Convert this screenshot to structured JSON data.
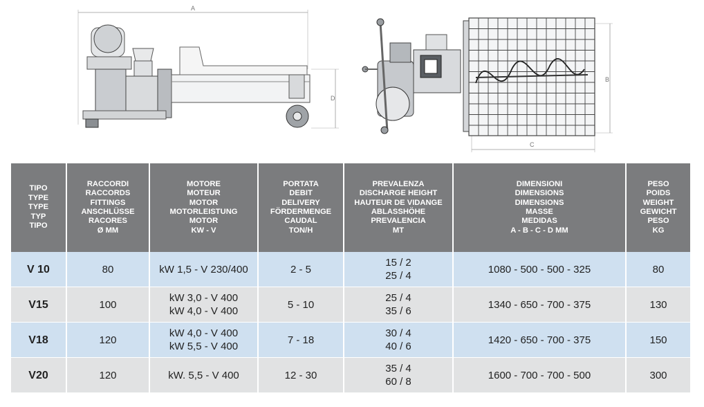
{
  "dimension_letters": {
    "a": "A",
    "b": "B",
    "c": "C",
    "d": "D"
  },
  "headers": [
    [
      "TIPO",
      "TYPE",
      "TYPE",
      "TYP",
      "TIPO"
    ],
    [
      "RACCORDI",
      "RACCORDS",
      "FITTINGS",
      "ANSCHLÜSSE",
      "RACORES",
      "Ø mm"
    ],
    [
      "MOTORE",
      "MOTEUR",
      "MOTOR",
      "MOTORLEISTUNG",
      "MOTOR",
      "kW - V"
    ],
    [
      "PORTATA",
      "DEBIT",
      "DELIVERY",
      "FÖRDERMENGE",
      "CAUDAL",
      "Ton/h"
    ],
    [
      "PREVALENZA",
      "DISCHARGE HEIGHT",
      "HAUTEUR DE VIDANGE",
      "ABLASSHÖHE",
      "PREVALENCIA",
      "mt"
    ],
    [
      "DIMENSIONI",
      "DIMENSIONS",
      "DIMENSIONS",
      "MASSE",
      "MEDIDAS",
      "A - B - C - D mm"
    ],
    [
      "PESO",
      "POIDS",
      "WEIGHT",
      "GEWICHT",
      "PESO",
      "Kg"
    ]
  ],
  "rows": [
    {
      "tipo": "V 10",
      "raccordi": "80",
      "motore": [
        "kW 1,5 - V 230/400"
      ],
      "portata": "2 - 5",
      "prevalenza": [
        "15 / 2",
        "25 / 4"
      ],
      "dimensioni": "1080 - 500 - 500 - 325",
      "peso": "80"
    },
    {
      "tipo": "V15",
      "raccordi": "100",
      "motore": [
        "kW 3,0 - V 400",
        "kW 4,0 - V 400"
      ],
      "portata": "5 - 10",
      "prevalenza": [
        "25 / 4",
        "35 / 6"
      ],
      "dimensioni": "1340 - 650 - 700 - 375",
      "peso": "130"
    },
    {
      "tipo": "V18",
      "raccordi": "120",
      "motore": [
        "kW 4,0 - V 400",
        "kW 5,5 - V 400"
      ],
      "portata": "7 - 18",
      "prevalenza": [
        "30 / 4",
        "40 / 6"
      ],
      "dimensioni": "1420 - 650 - 700 - 375",
      "peso": "150"
    },
    {
      "tipo": "V20",
      "raccordi": "120",
      "motore": [
        "kW. 5,5 - V 400"
      ],
      "portata": "12 - 30",
      "prevalenza": [
        "35 / 4",
        "60 / 8"
      ],
      "dimensioni": "1600 - 700 - 700 - 500",
      "peso": "300"
    }
  ]
}
